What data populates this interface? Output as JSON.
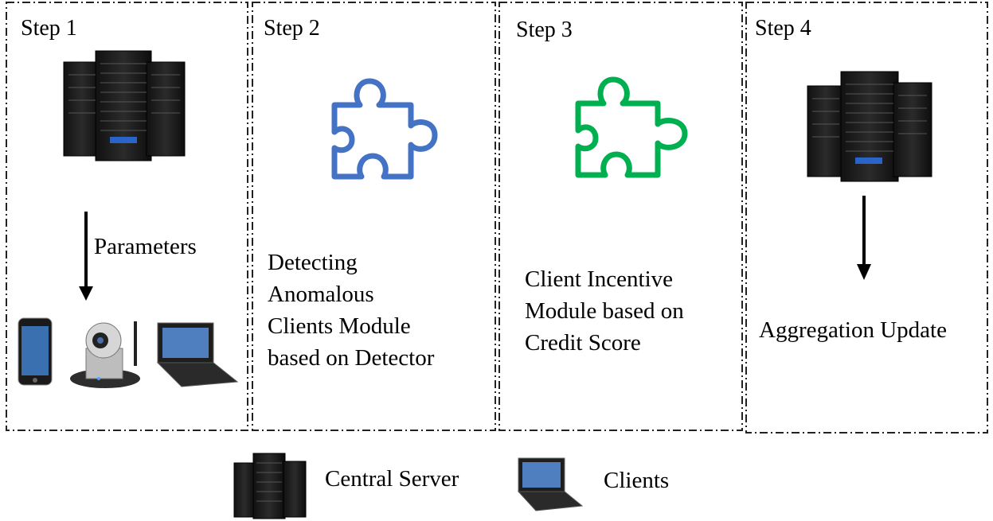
{
  "steps": [
    {
      "label": "Step 1",
      "arrow_label": "Parameters"
    },
    {
      "label": "Step 2",
      "lines": [
        "Detecting",
        "Anomalous",
        "Clients Module",
        "based on Detector"
      ]
    },
    {
      "label": "Step 3",
      "lines": [
        "Client Incentive",
        "Module based on",
        "Credit Score"
      ]
    },
    {
      "label": "Step 4",
      "text": "Aggregation Update"
    }
  ],
  "legend": {
    "server_label": "Central Server",
    "clients_label": "Clients"
  },
  "colors": {
    "puzzle_step2": "#4472C4",
    "puzzle_step3": "#00B050",
    "border": "#222222"
  },
  "icons": {
    "step1_top": "server-rack-icon",
    "step1_devices": [
      "smartphone-icon",
      "camera-icon",
      "laptop-icon"
    ],
    "step2": "puzzle-piece-icon",
    "step3": "puzzle-piece-icon",
    "step4": "server-rack-icon"
  }
}
